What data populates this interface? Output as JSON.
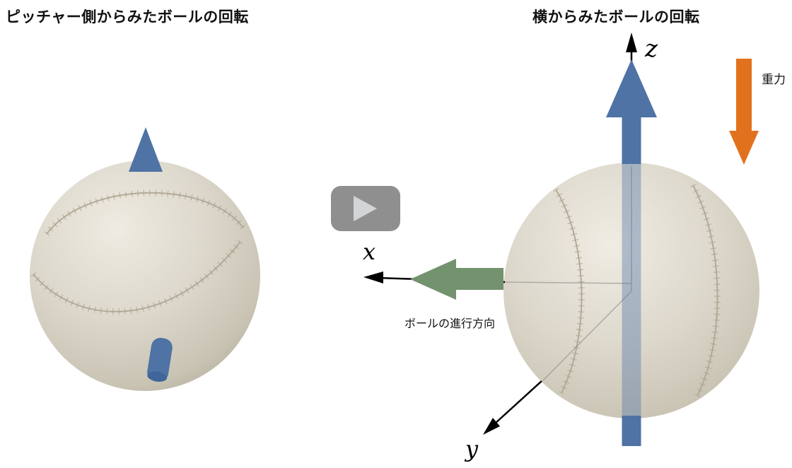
{
  "titles": {
    "left": "ピッチャー側からみたボールの回転",
    "right": "横からみたボールの回転"
  },
  "labels": {
    "axis_x": "x",
    "axis_y": "y",
    "axis_z": "z",
    "gravity": "重力",
    "ball_direction": "ボールの進行方向"
  },
  "colors": {
    "spin_axis_blue": "#4e73a4",
    "spin_axis_blue_translucent": "rgba(78,115,164,0.40)",
    "spin_axis_blue_dark": "#40659a",
    "gravity_orange": "#e2711d",
    "direction_green": "#73926e",
    "axis_black": "#000000",
    "inner_axis_gray": "#8f8f8f",
    "seam_line": "#b3ab99",
    "seam_stitch": "#a89e8a",
    "play_button_bg": "#8f8f8f",
    "play_icon_gray": "#d2d4d6"
  }
}
